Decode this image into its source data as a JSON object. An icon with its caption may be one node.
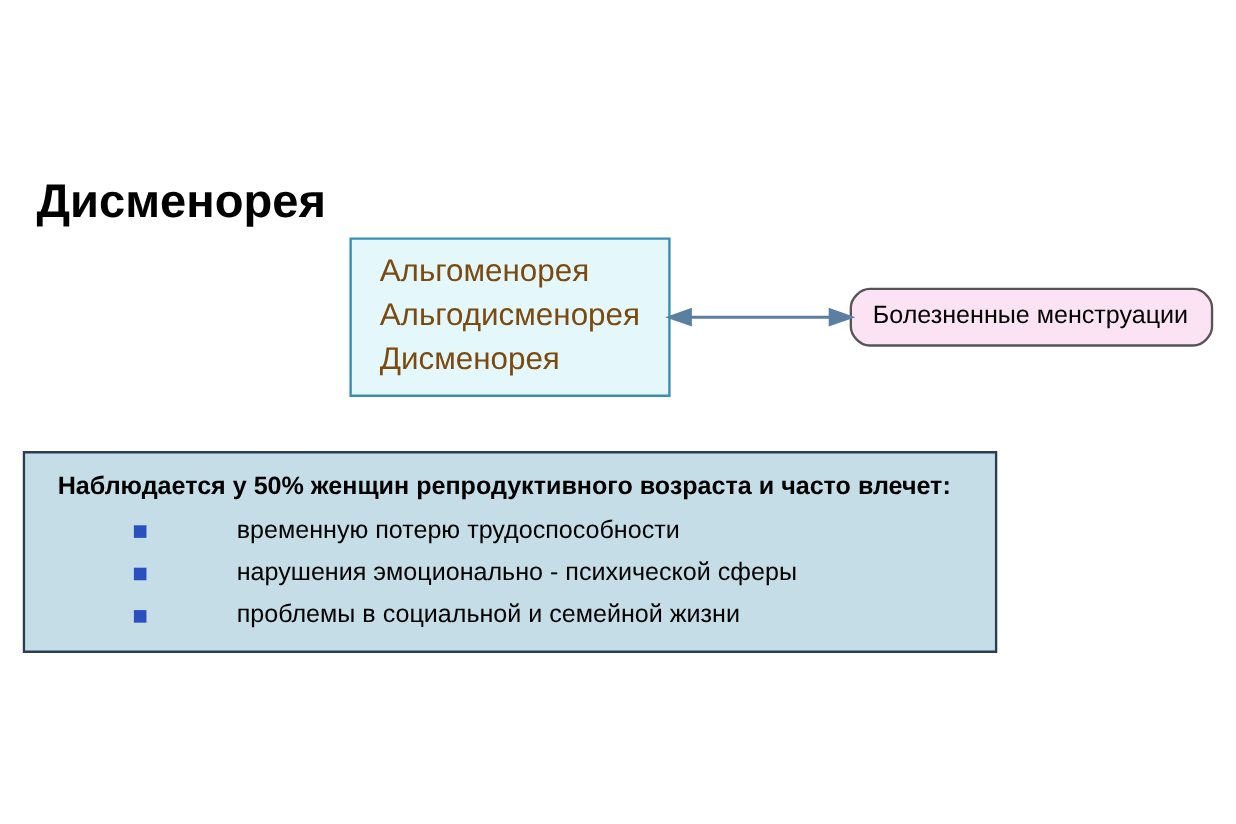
{
  "diagram": {
    "title": "Дисменорея",
    "nodes": [
      {
        "text": [
          "Альгоменорея",
          "Альгодисменорея",
          "Дисменорея"
        ]
      },
      {
        "text": [
          "Болезненные менструации"
        ]
      },
      {
        "text": [
          "Наблюдается у 50% женщин репродуктивного возраста и часто влечет:",
          "временную потерю трудоспособности",
          "нарушения эмоционально - психической сферы",
          "проблемы в социальной и семейной жизни"
        ]
      }
    ],
    "edges": [
      {
        "from": 0,
        "to": 1,
        "arrow": "both"
      }
    ]
  }
}
